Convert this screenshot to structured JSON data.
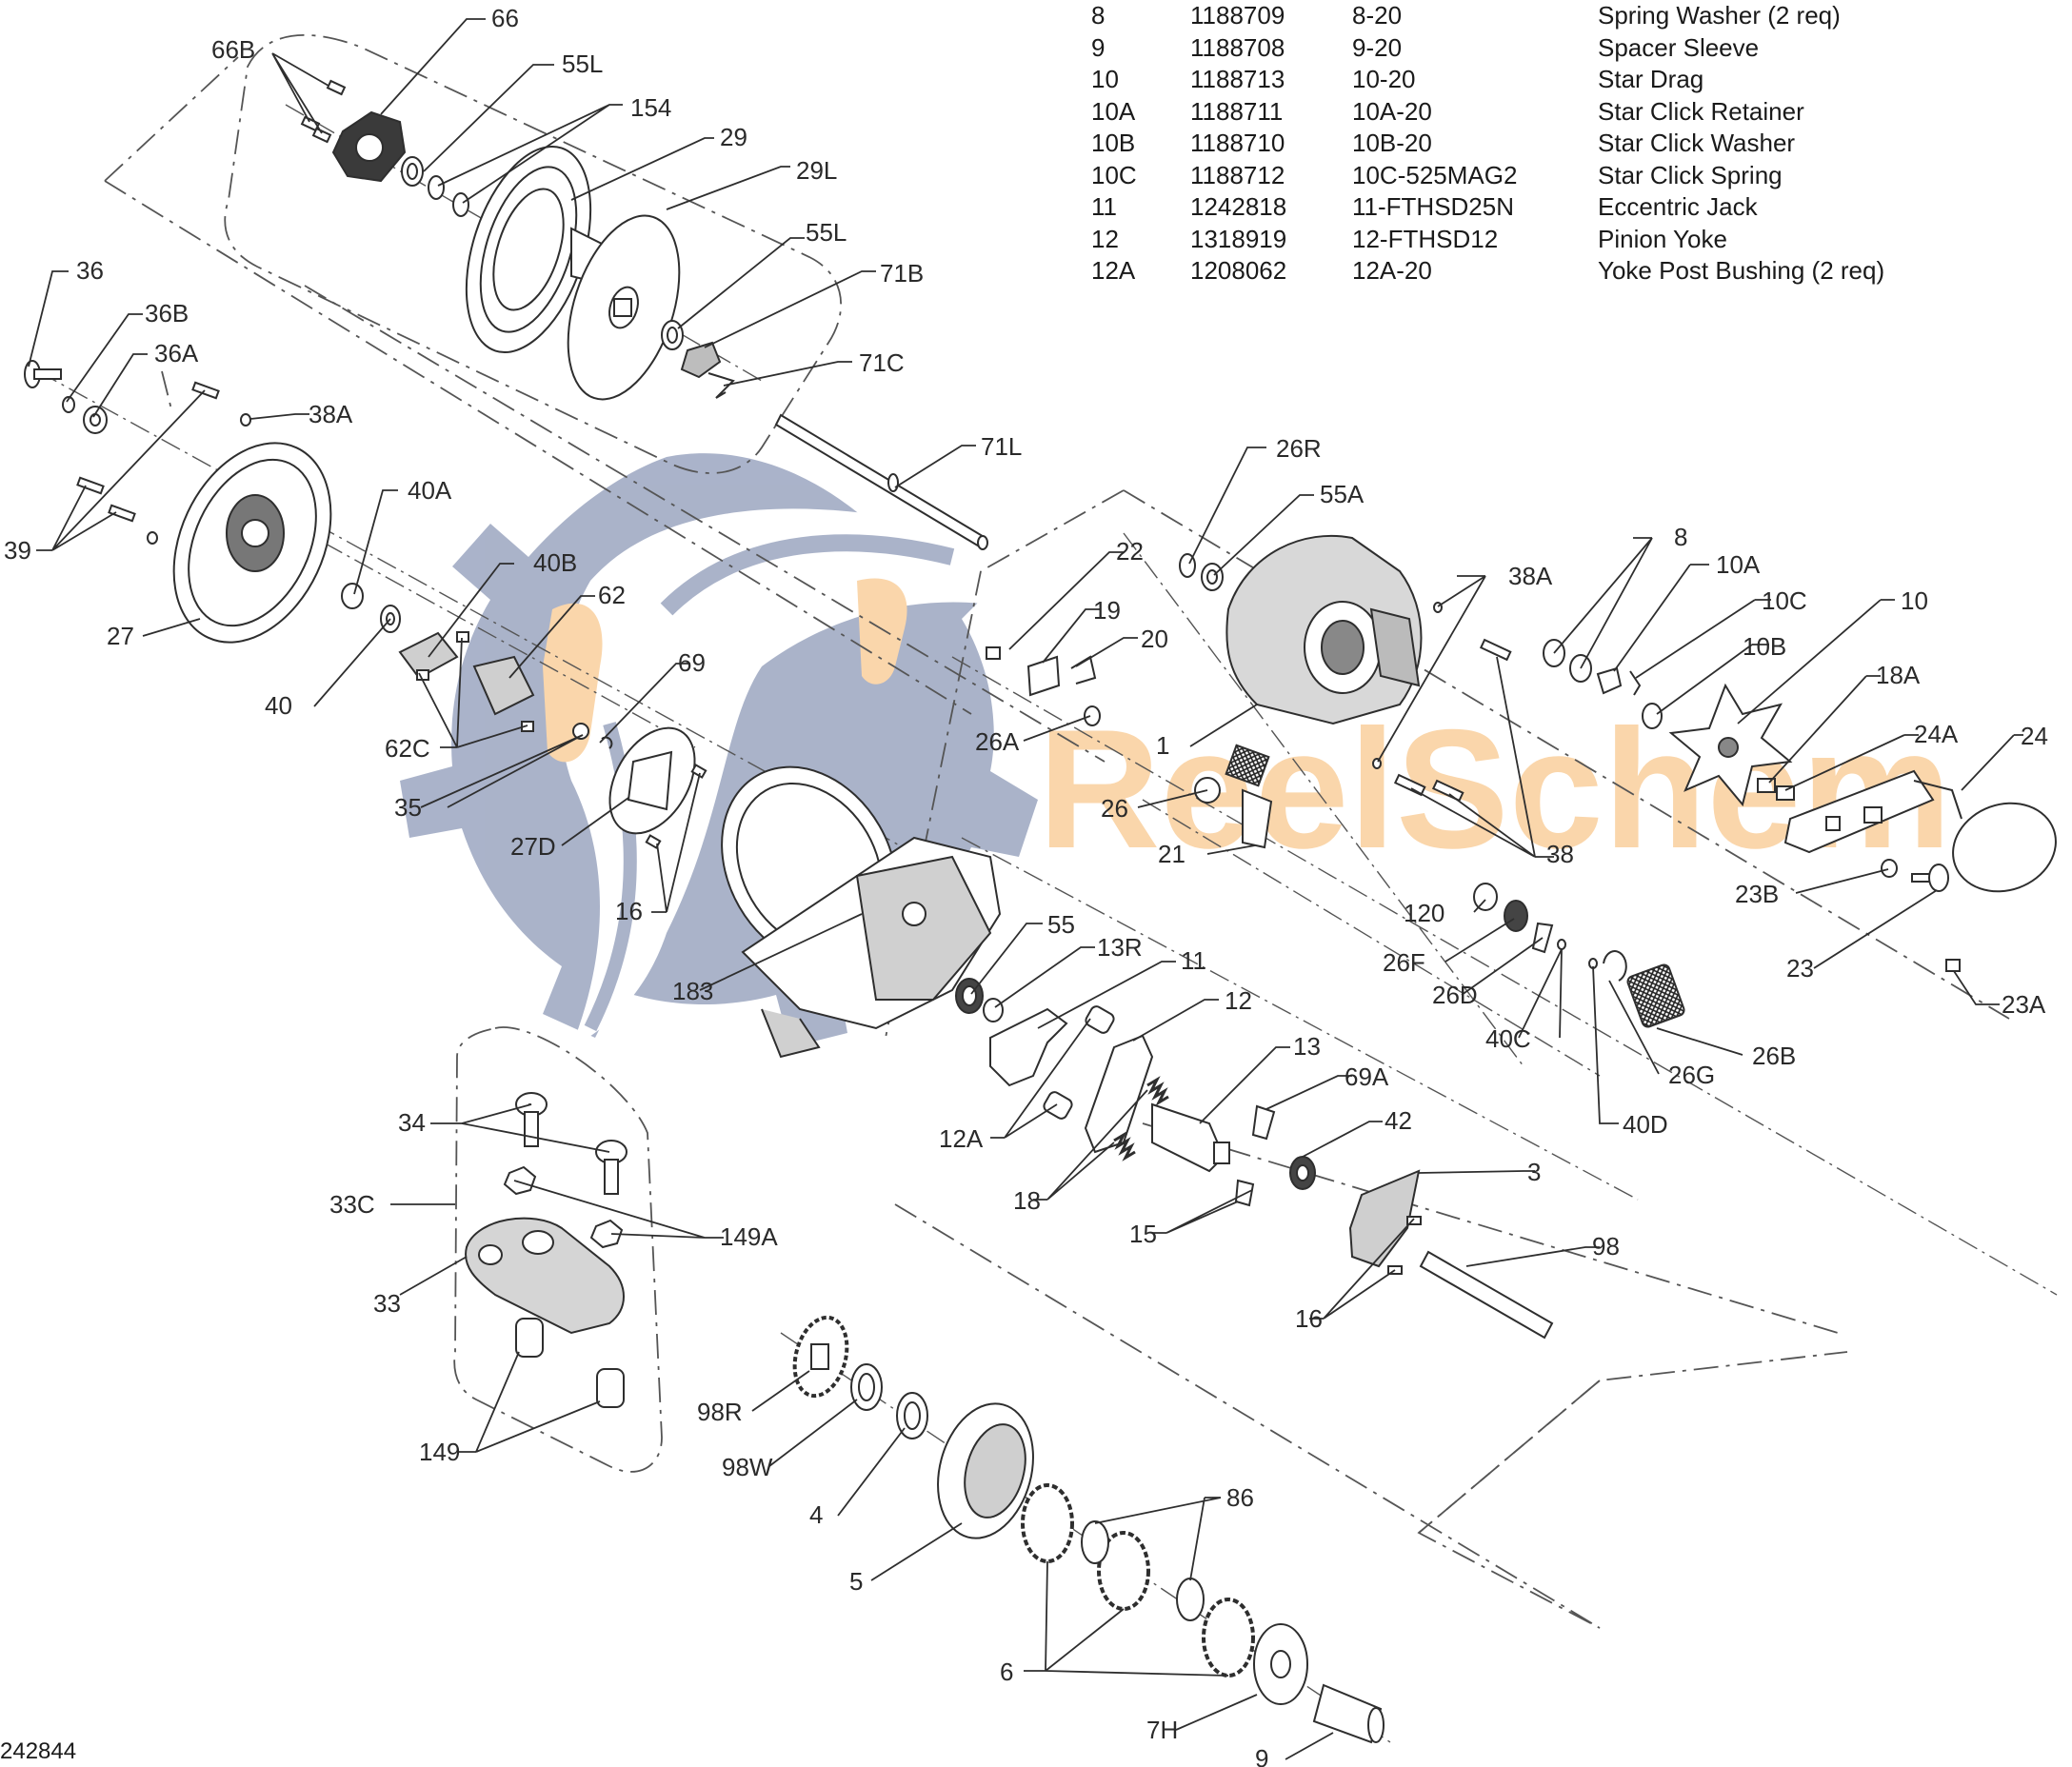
{
  "parts_table": {
    "rows": [
      [
        "8",
        "1188709",
        "8-20",
        "Spring Washer (2 req)"
      ],
      [
        "9",
        "1188708",
        "9-20",
        "Spacer Sleeve"
      ],
      [
        "10",
        "1188713",
        "10-20",
        "Star Drag"
      ],
      [
        "10A",
        "1188711",
        "10A-20",
        "Star Click Retainer"
      ],
      [
        "10B",
        "1188710",
        "10B-20",
        "Star Click Washer"
      ],
      [
        "10C",
        "1188712",
        "10C-525MAG2",
        "Star Click Spring"
      ],
      [
        "11",
        "1242818",
        "11-FTHSD25N",
        "Eccentric Jack"
      ],
      [
        "12",
        "1318919",
        "12-FTHSD12",
        "Pinion Yoke"
      ],
      [
        "12A",
        "1208062",
        "12A-20",
        "Yoke Post Bushing (2 req)"
      ]
    ]
  },
  "footer_code": "242844",
  "watermark": {
    "text": "ReelSchem",
    "color_orange": "#f9c98f",
    "color_blue": "#8e9ab8"
  },
  "colors": {
    "line": "#3a3a3a",
    "part_fill": "#ffffff",
    "part_shade": "#cfcfcf"
  },
  "callouts": [
    {
      "label": "66B"
    },
    {
      "label": "66"
    },
    {
      "label": "55L"
    },
    {
      "label": "154"
    },
    {
      "label": "29"
    },
    {
      "label": "29L"
    },
    {
      "label": "55L"
    },
    {
      "label": "71B"
    },
    {
      "label": "71C"
    },
    {
      "label": "36"
    },
    {
      "label": "36B"
    },
    {
      "label": "36A"
    },
    {
      "label": "38A"
    },
    {
      "label": "39"
    },
    {
      "label": "27"
    },
    {
      "label": "40A"
    },
    {
      "label": "40B"
    },
    {
      "label": "62"
    },
    {
      "label": "40"
    },
    {
      "label": "62C"
    },
    {
      "label": "69"
    },
    {
      "label": "35"
    },
    {
      "label": "27D"
    },
    {
      "label": "16"
    },
    {
      "label": "71L"
    },
    {
      "label": "22"
    },
    {
      "label": "19"
    },
    {
      "label": "20"
    },
    {
      "label": "26A"
    },
    {
      "label": "26R"
    },
    {
      "label": "55A"
    },
    {
      "label": "1"
    },
    {
      "label": "26"
    },
    {
      "label": "21"
    },
    {
      "label": "38A"
    },
    {
      "label": "38"
    },
    {
      "label": "8"
    },
    {
      "label": "10A"
    },
    {
      "label": "10C"
    },
    {
      "label": "10"
    },
    {
      "label": "10B"
    },
    {
      "label": "18A"
    },
    {
      "label": "24A"
    },
    {
      "label": "24"
    },
    {
      "label": "23B"
    },
    {
      "label": "23"
    },
    {
      "label": "23A"
    },
    {
      "label": "120"
    },
    {
      "label": "26F"
    },
    {
      "label": "26D"
    },
    {
      "label": "40C"
    },
    {
      "label": "26G"
    },
    {
      "label": "26B"
    },
    {
      "label": "40D"
    },
    {
      "label": "183"
    },
    {
      "label": "55"
    },
    {
      "label": "13R"
    },
    {
      "label": "11"
    },
    {
      "label": "12"
    },
    {
      "label": "13"
    },
    {
      "label": "12A"
    },
    {
      "label": "18"
    },
    {
      "label": "69A"
    },
    {
      "label": "42"
    },
    {
      "label": "15"
    },
    {
      "label": "3"
    },
    {
      "label": "98"
    },
    {
      "label": "16"
    },
    {
      "label": "34"
    },
    {
      "label": "33C"
    },
    {
      "label": "149A"
    },
    {
      "label": "33"
    },
    {
      "label": "149"
    },
    {
      "label": "98R"
    },
    {
      "label": "98W"
    },
    {
      "label": "4"
    },
    {
      "label": "5"
    },
    {
      "label": "86"
    },
    {
      "label": "6"
    },
    {
      "label": "7H"
    },
    {
      "label": "9"
    }
  ]
}
